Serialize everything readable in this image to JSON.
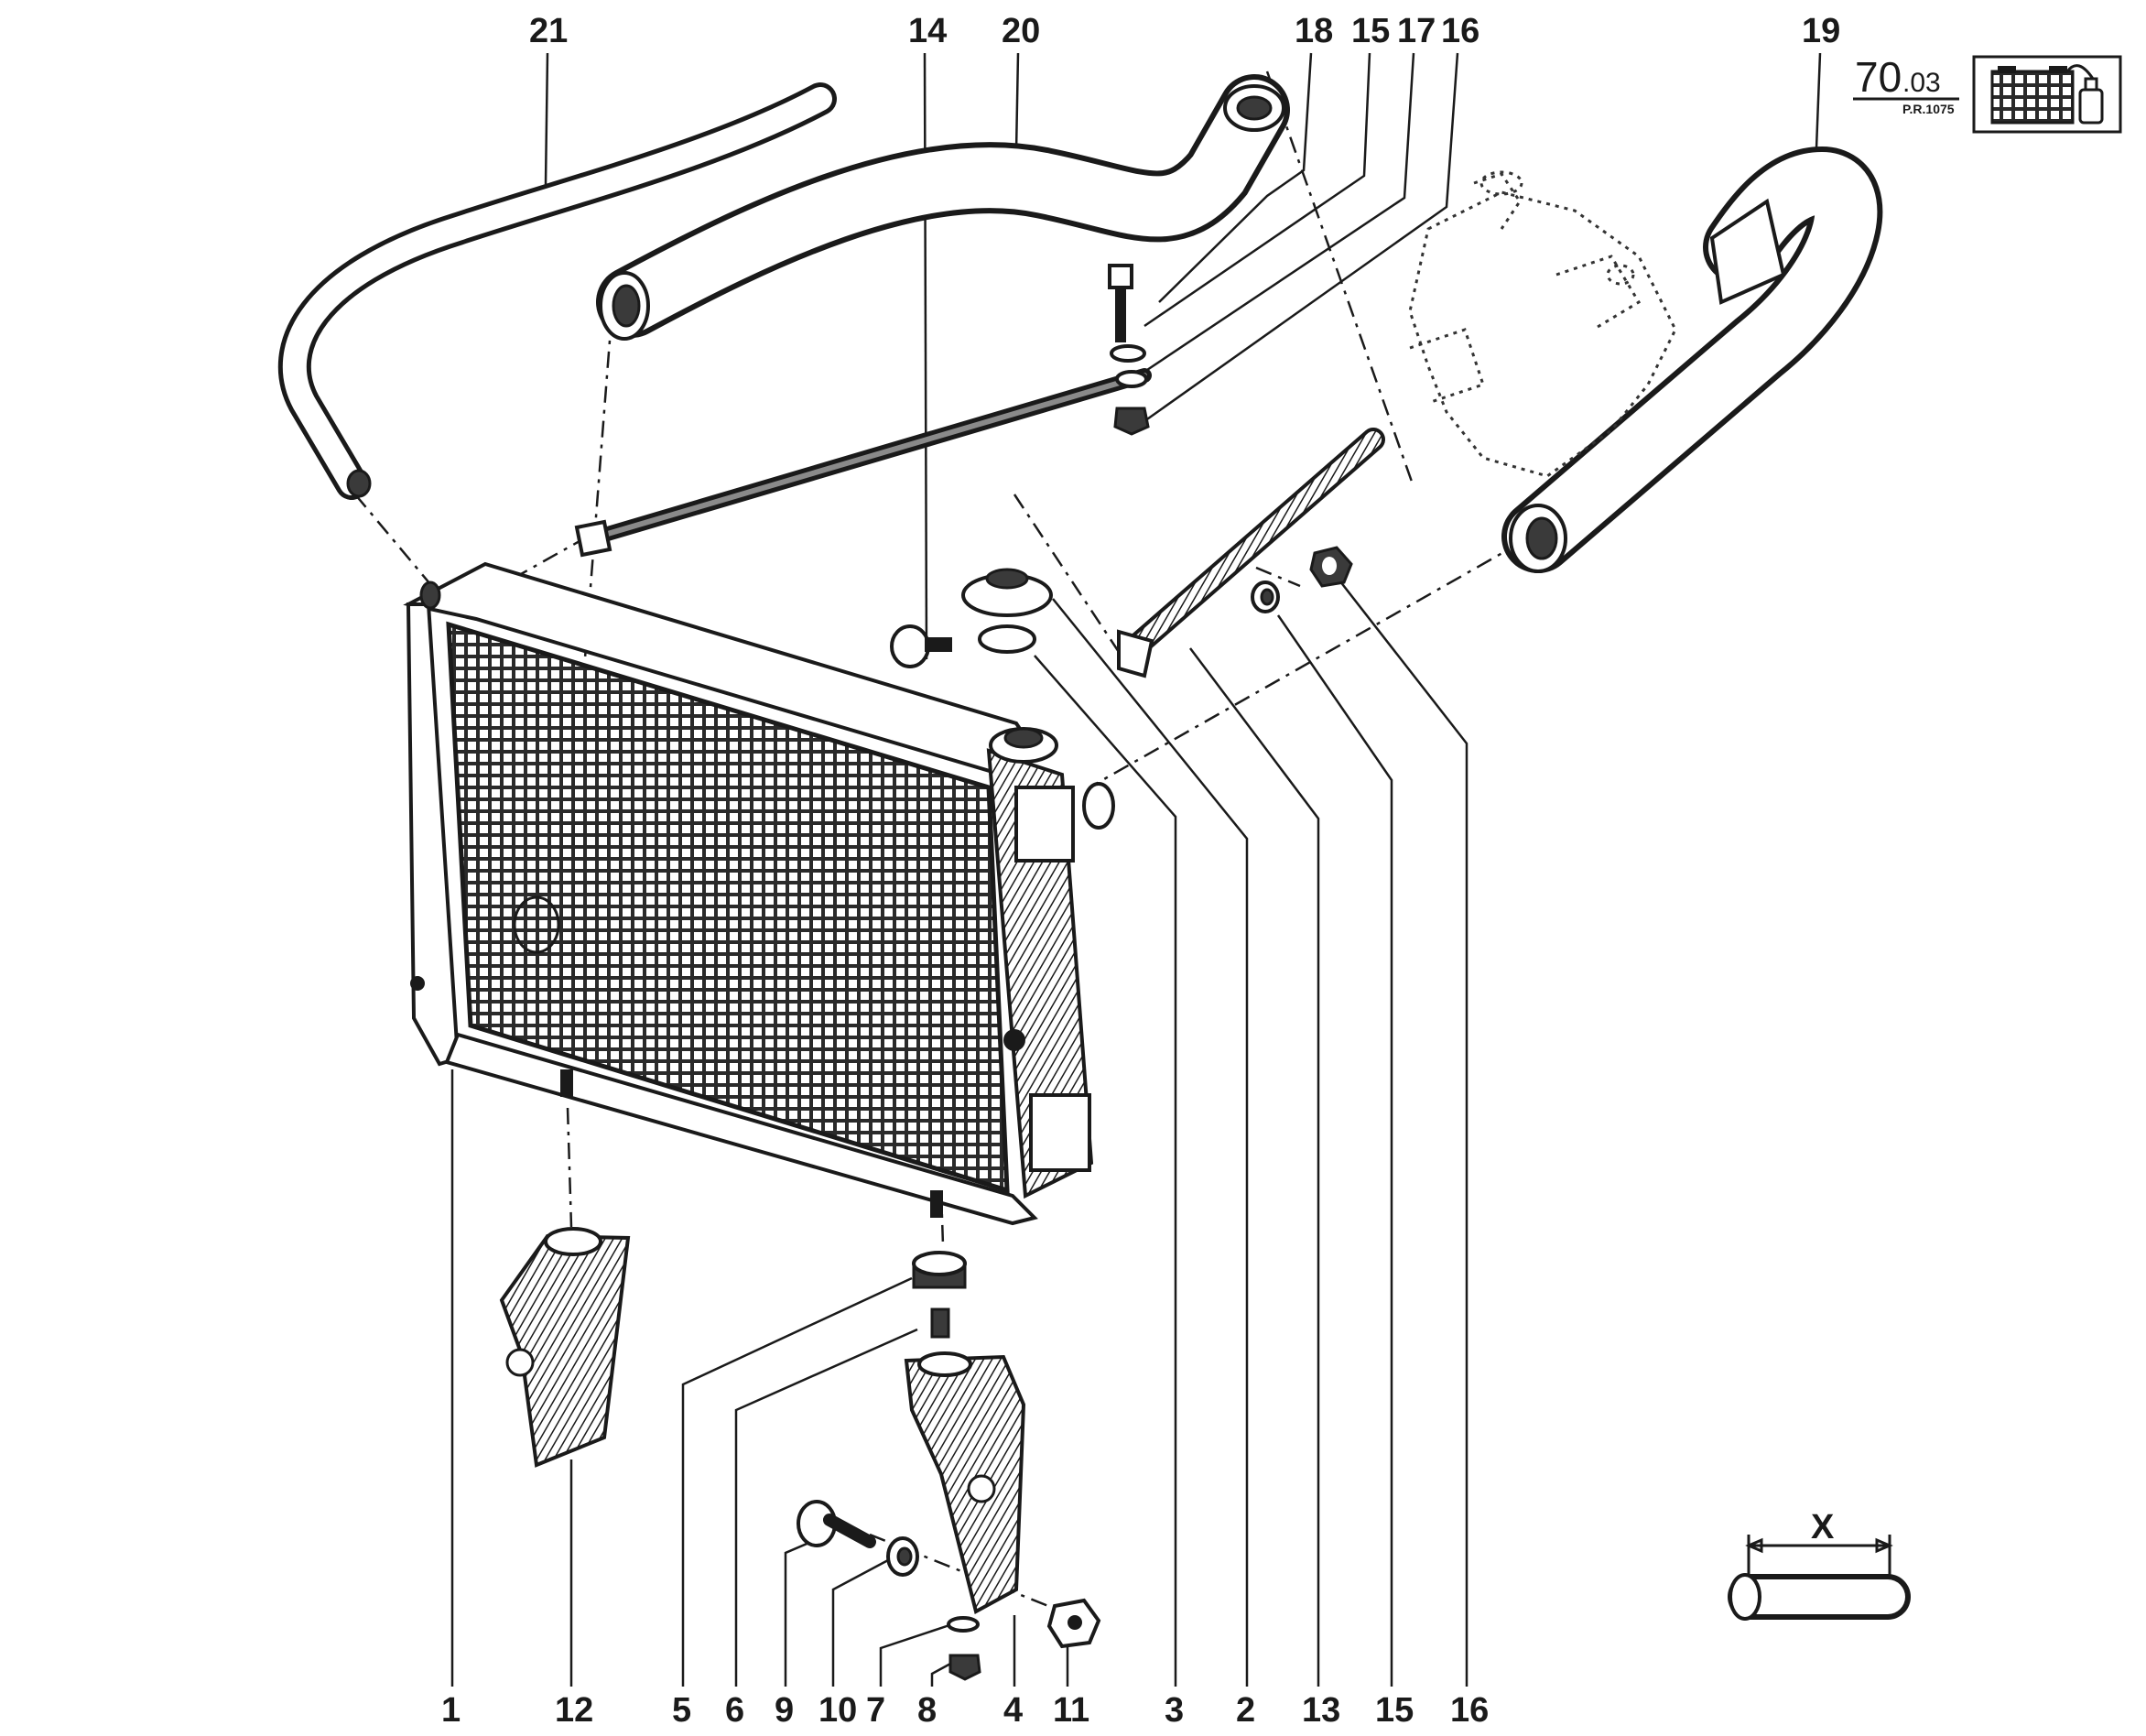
{
  "badge": {
    "code_major": "70",
    "code_minor": ".03",
    "ref": "P.R.1075"
  },
  "dimension_label": "X",
  "top_labels": [
    "21",
    "14",
    "20",
    "18",
    "15",
    "17",
    "16",
    "19"
  ],
  "bottom_labels": [
    "1",
    "12",
    "5",
    "6",
    "9",
    "10",
    "7",
    "8",
    "4",
    "11",
    "3",
    "2",
    "13",
    "15",
    "16"
  ],
  "icons": [
    "radiator-icon",
    "coolant-bottle-icon"
  ]
}
